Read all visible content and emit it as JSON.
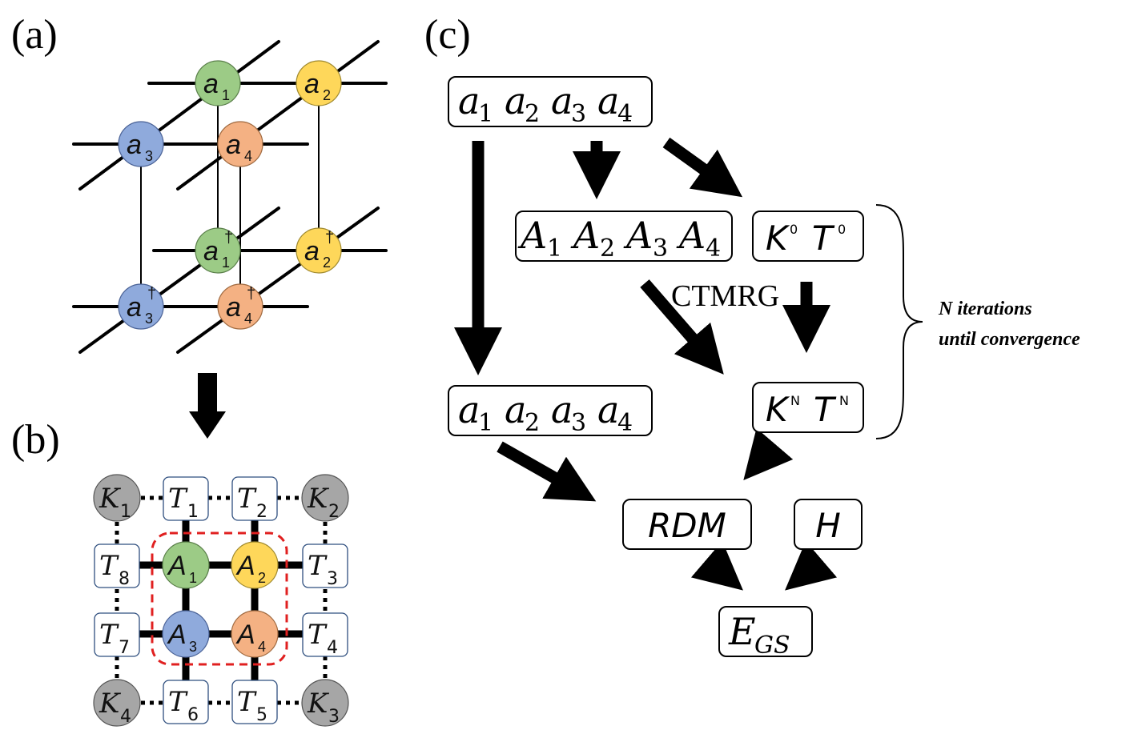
{
  "panels": {
    "a": "(a)",
    "b": "(b)",
    "c": "(c)"
  },
  "colors": {
    "green": "#9ccb86",
    "yellow": "#fed75a",
    "blue": "#8faadc",
    "orange": "#f4b183",
    "gray": "#a6a6a6",
    "red": "#e02020"
  },
  "panel_a": {
    "top_layer": [
      {
        "base": "a",
        "sub": "1",
        "color": "green"
      },
      {
        "base": "a",
        "sub": "2",
        "color": "yellow"
      },
      {
        "base": "a",
        "sub": "3",
        "color": "blue"
      },
      {
        "base": "a",
        "sub": "4",
        "color": "orange"
      }
    ],
    "bottom_layer": [
      {
        "base": "a",
        "sub": "1",
        "sup": "†",
        "color": "green"
      },
      {
        "base": "a",
        "sub": "2",
        "sup": "†",
        "color": "yellow"
      },
      {
        "base": "a",
        "sub": "3",
        "sup": "†",
        "color": "blue"
      },
      {
        "base": "a",
        "sub": "4",
        "sup": "†",
        "color": "orange"
      }
    ]
  },
  "panel_b": {
    "corners": [
      {
        "base": "K",
        "sub": "1"
      },
      {
        "base": "K",
        "sub": "2"
      },
      {
        "base": "K",
        "sub": "3"
      },
      {
        "base": "K",
        "sub": "4"
      }
    ],
    "edges": [
      {
        "base": "T",
        "sub": "1"
      },
      {
        "base": "T",
        "sub": "2"
      },
      {
        "base": "T",
        "sub": "3"
      },
      {
        "base": "T",
        "sub": "4"
      },
      {
        "base": "T",
        "sub": "5"
      },
      {
        "base": "T",
        "sub": "6"
      },
      {
        "base": "T",
        "sub": "7"
      },
      {
        "base": "T",
        "sub": "8"
      }
    ],
    "center": [
      {
        "base": "A",
        "sub": "1",
        "color": "green"
      },
      {
        "base": "A",
        "sub": "2",
        "color": "yellow"
      },
      {
        "base": "A",
        "sub": "3",
        "color": "blue"
      },
      {
        "base": "A",
        "sub": "4",
        "color": "orange"
      }
    ]
  },
  "panel_c": {
    "box_top": {
      "base": "a",
      "subs": [
        "1",
        "2",
        "3",
        "4"
      ]
    },
    "box_A": {
      "base": "A",
      "subs": [
        "1",
        "2",
        "3",
        "4"
      ]
    },
    "box_K0": {
      "k": "K",
      "k_sup": "0",
      "t": "T",
      "t_sup": "0"
    },
    "box_KN": {
      "k": "K",
      "k_sup": "N",
      "t": "T",
      "t_sup": "N"
    },
    "box_mid": {
      "base": "a",
      "subs": [
        "1",
        "2",
        "3",
        "4"
      ]
    },
    "box_rdm": "RDM",
    "box_h": "H",
    "box_egs": {
      "base": "E",
      "sub": "GS"
    },
    "ctmrg_label": "CTMRG",
    "brace_line1": "N iterations",
    "brace_line2": "until convergence"
  }
}
